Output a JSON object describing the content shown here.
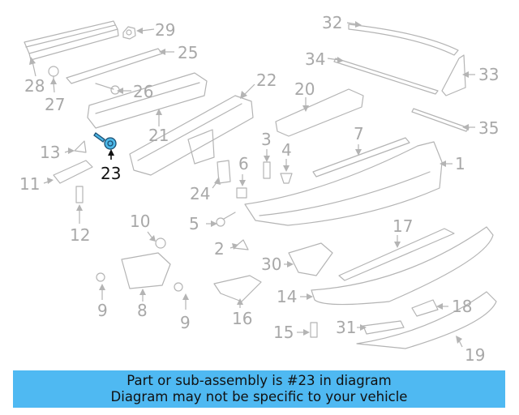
{
  "highlight_color": "#4db8e8",
  "banner_color": "#4fb9f2",
  "banner": {
    "line1": "Part or sub-assembly is #23 in diagram",
    "line2": "Diagram may not be specific to your vehicle"
  },
  "callouts": [
    {
      "id": "c1",
      "text": "1"
    },
    {
      "id": "c2",
      "text": "2"
    },
    {
      "id": "c3",
      "text": "3"
    },
    {
      "id": "c4",
      "text": "4"
    },
    {
      "id": "c5",
      "text": "5"
    },
    {
      "id": "c6",
      "text": "6"
    },
    {
      "id": "c7",
      "text": "7"
    },
    {
      "id": "c8",
      "text": "8"
    },
    {
      "id": "c9a",
      "text": "9"
    },
    {
      "id": "c9b",
      "text": "9"
    },
    {
      "id": "c10",
      "text": "10"
    },
    {
      "id": "c11",
      "text": "11"
    },
    {
      "id": "c12",
      "text": "12"
    },
    {
      "id": "c13",
      "text": "13"
    },
    {
      "id": "c14",
      "text": "14"
    },
    {
      "id": "c15",
      "text": "15"
    },
    {
      "id": "c16",
      "text": "16"
    },
    {
      "id": "c17",
      "text": "17"
    },
    {
      "id": "c18",
      "text": "18"
    },
    {
      "id": "c19",
      "text": "19"
    },
    {
      "id": "c20",
      "text": "20"
    },
    {
      "id": "c21",
      "text": "21"
    },
    {
      "id": "c22",
      "text": "22"
    },
    {
      "id": "c23",
      "text": "23"
    },
    {
      "id": "c24",
      "text": "24"
    },
    {
      "id": "c25",
      "text": "25"
    },
    {
      "id": "c26",
      "text": "26"
    },
    {
      "id": "c27",
      "text": "27"
    },
    {
      "id": "c28",
      "text": "28"
    },
    {
      "id": "c29",
      "text": "29"
    },
    {
      "id": "c30",
      "text": "30"
    },
    {
      "id": "c31",
      "text": "31"
    },
    {
      "id": "c32",
      "text": "32"
    },
    {
      "id": "c33",
      "text": "33"
    },
    {
      "id": "c34",
      "text": "34"
    },
    {
      "id": "c35",
      "text": "35"
    }
  ]
}
